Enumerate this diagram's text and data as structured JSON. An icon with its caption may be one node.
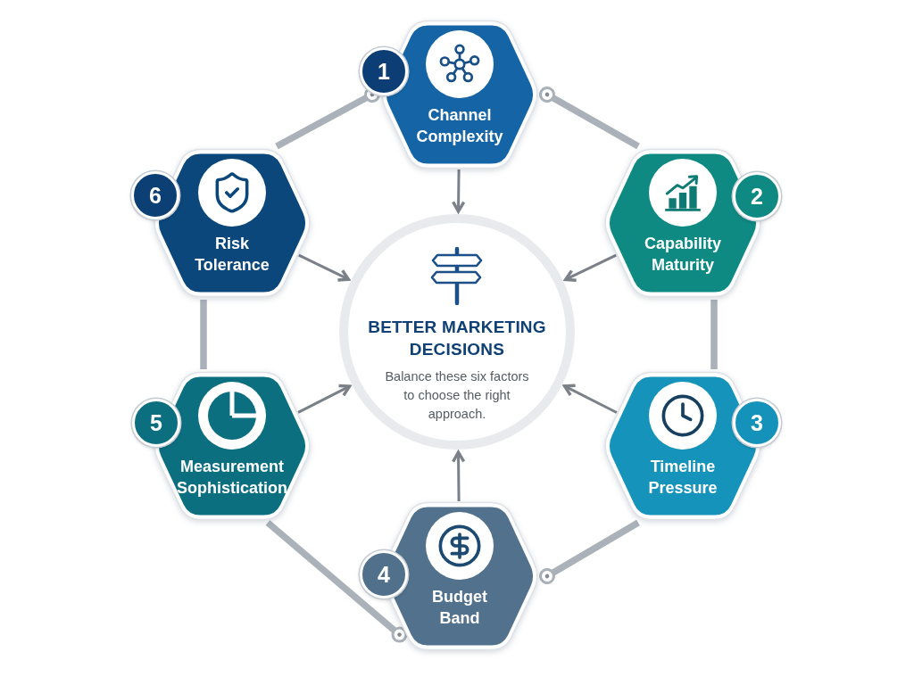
{
  "diagram": {
    "nodes": [
      {
        "text": [
          "1"
        ]
      },
      {
        "text": [
          "Channel Complexity"
        ]
      },
      {
        "text": [
          "2"
        ]
      },
      {
        "text": [
          "Capability Maturity"
        ]
      },
      {
        "text": [
          "3"
        ]
      },
      {
        "text": [
          "Timeline Pressure"
        ]
      },
      {
        "text": [
          "4"
        ]
      },
      {
        "text": [
          "Budget Band"
        ]
      },
      {
        "text": [
          "5"
        ]
      },
      {
        "text": [
          "Measurement Sophistication"
        ]
      },
      {
        "text": [
          "6"
        ]
      },
      {
        "text": [
          "Risk Tolerance"
        ]
      },
      {
        "text": [
          "BETTER MARKETING DECISIONS",
          "Balance these six factors to choose the right approach."
        ]
      }
    ],
    "edges": [
      {
        "from": 1,
        "to": 12,
        "arrow": "to"
      },
      {
        "from": 3,
        "to": 12,
        "arrow": "to"
      },
      {
        "from": 5,
        "to": 12,
        "arrow": "to"
      },
      {
        "from": 7,
        "to": 12,
        "arrow": "to"
      },
      {
        "from": 9,
        "to": 12,
        "arrow": "to"
      },
      {
        "from": 11,
        "to": 12,
        "arrow": "to"
      },
      {
        "from": 11,
        "to": 1,
        "arrow": "other",
        "style": "thick",
        "color": "#aab1b9"
      },
      {
        "from": 3,
        "to": 1,
        "arrow": "other",
        "style": "thick",
        "color": "#aab1b9"
      },
      {
        "from": 3,
        "to": 5,
        "arrow": "none",
        "style": "thick",
        "color": "#aab1b9"
      },
      {
        "from": 5,
        "to": 7,
        "arrow": "other",
        "style": "thick",
        "color": "#aab1b9"
      },
      {
        "from": 9,
        "to": 7,
        "arrow": "other",
        "style": "thick",
        "color": "#aab1b9"
      },
      {
        "from": 11,
        "to": 9,
        "arrow": "none",
        "style": "thick",
        "color": "#aab1b9"
      }
    ]
  }
}
